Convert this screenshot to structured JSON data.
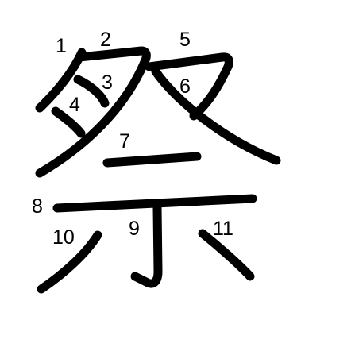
{
  "diagram": {
    "character": "祭",
    "stroke_count": 11,
    "stroke_color": "#000000",
    "background_color": "#ffffff",
    "strokes": [
      {
        "order": 1,
        "label": "1"
      },
      {
        "order": 2,
        "label": "2"
      },
      {
        "order": 3,
        "label": "3"
      },
      {
        "order": 4,
        "label": "4"
      },
      {
        "order": 5,
        "label": "5"
      },
      {
        "order": 6,
        "label": "6"
      },
      {
        "order": 7,
        "label": "7"
      },
      {
        "order": 8,
        "label": "8"
      },
      {
        "order": 9,
        "label": "9"
      },
      {
        "order": 10,
        "label": "10"
      },
      {
        "order": 11,
        "label": "11"
      }
    ]
  }
}
